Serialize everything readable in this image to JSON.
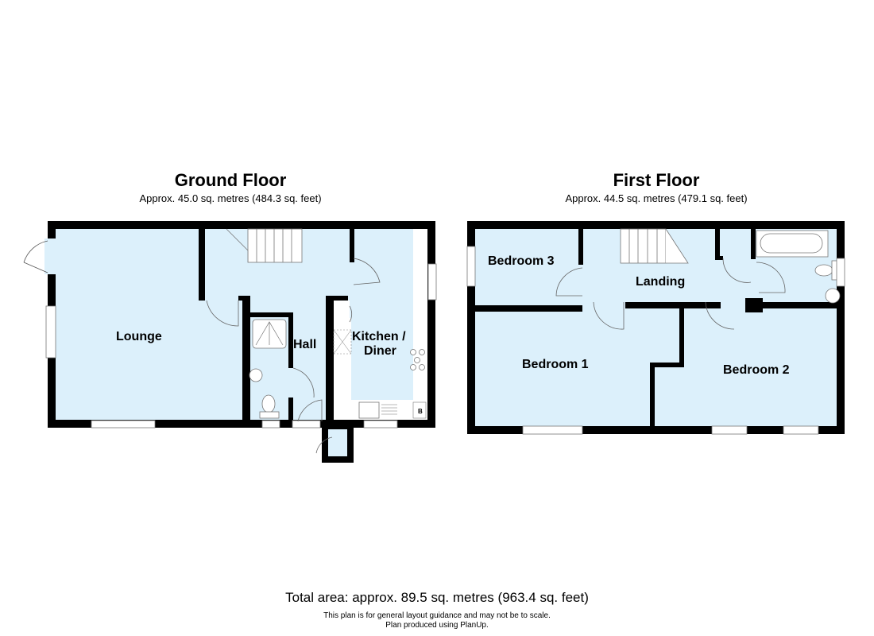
{
  "ground_floor": {
    "title": "Ground Floor",
    "area": "Approx. 45.0 sq. metres (484.3 sq. feet)",
    "rooms": {
      "lounge": "Lounge",
      "hall": "Hall",
      "kitchen_line1": "Kitchen /",
      "kitchen_line2": "Diner",
      "boiler": "B"
    }
  },
  "first_floor": {
    "title": "First Floor",
    "area": "Approx. 44.5 sq. metres (479.1 sq. feet)",
    "rooms": {
      "bedroom3": "Bedroom 3",
      "landing": "Landing",
      "bedroom1": "Bedroom 1",
      "bedroom2": "Bedroom 2"
    }
  },
  "footer": {
    "total_area": "Total area: approx. 89.5 sq. metres (963.4 sq. feet)",
    "disclaimer": "This plan is for general layout guidance and may not be to scale.",
    "credit": "Plan produced using PlanUp."
  },
  "colors": {
    "room_fill": "#dcf0fb",
    "wall": "#000000",
    "fixture": "#ffffff"
  }
}
